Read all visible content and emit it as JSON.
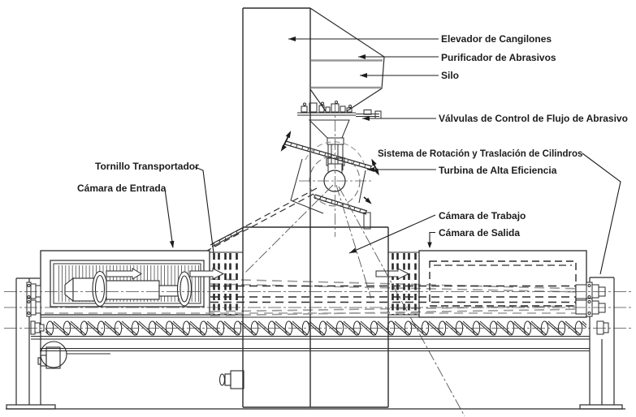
{
  "diagram": {
    "labels": {
      "elevador": "Elevador de Cangilones",
      "purificador": "Purificador de Abrasivos",
      "silo": "Silo",
      "valvulas": "Válvulas de Control de Flujo de Abrasivo",
      "sistema": "Sistema de Rotación y Traslación de Cilindros",
      "turbina": "Turbina de Alta Eficiencia",
      "camara_trabajo": "Cámara de Trabajo",
      "camara_salida": "Cámara de Salida",
      "tornillo": "Tornillo Transportador",
      "camara_entrada": "Cámara de Entrada"
    },
    "colors": {
      "line": "#2b2b2b",
      "gray": "#989898",
      "text": "#1c1c1c",
      "background": "#ffffff"
    }
  }
}
